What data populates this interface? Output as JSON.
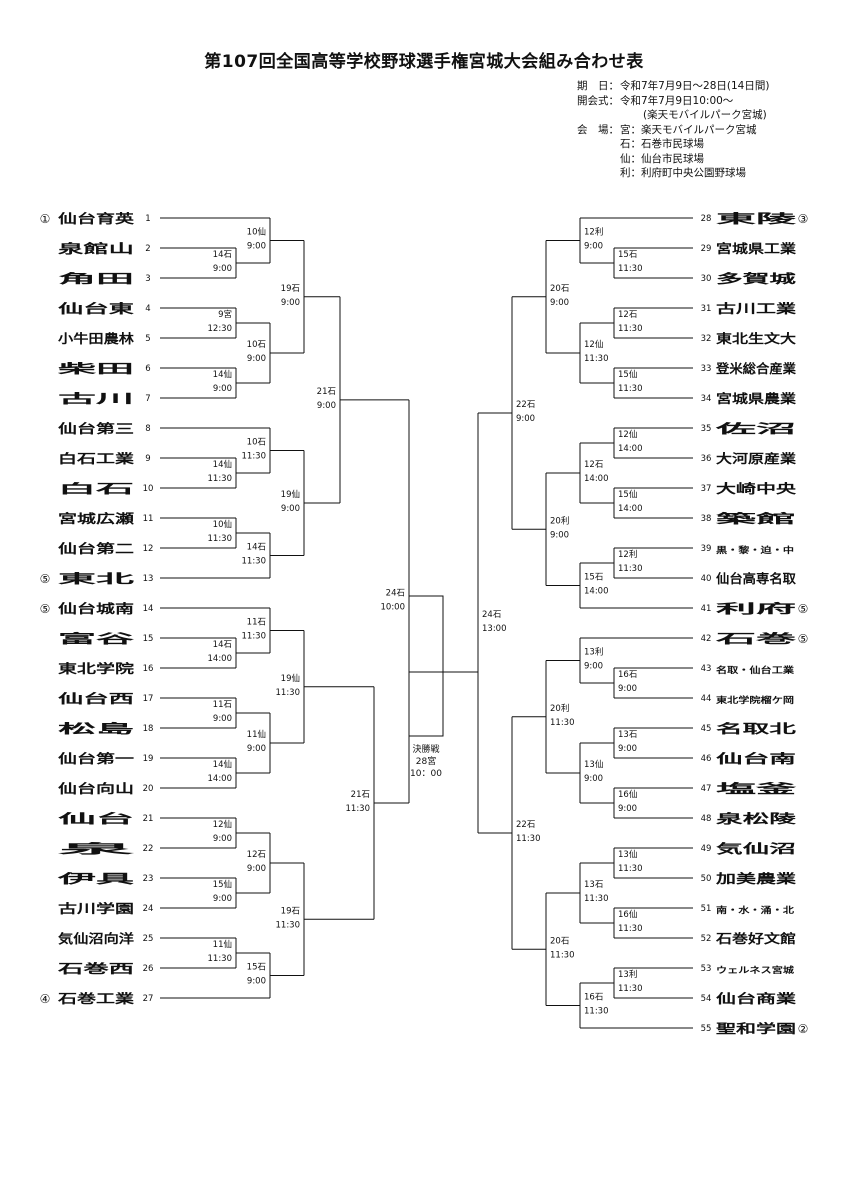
{
  "title": "第107回全国高等学校野球選手権宮城大会組み合わせ表",
  "info": [
    {
      "label": "期　日：",
      "value": "令和7年7月9日～28日(14日間)"
    },
    {
      "label": "開会式：",
      "value": "令和7年7月9日10:00～"
    },
    {
      "label": "",
      "value": "(楽天モバイルパーク宮城)"
    },
    {
      "label": "会　場：",
      "value": "宮：楽天モバイルパーク宮城"
    },
    {
      "label": "",
      "value": "石：石巻市民球場"
    },
    {
      "label": "",
      "value": "仙：仙台市民球場"
    },
    {
      "label": "",
      "value": "利：利府町中央公園野球場"
    }
  ],
  "left_teams": [
    {
      "num": "1",
      "name": "仙台育英",
      "seed": "①"
    },
    {
      "num": "2",
      "name": "泉館山"
    },
    {
      "num": "3",
      "name": "角田"
    },
    {
      "num": "4",
      "name": "仙台東"
    },
    {
      "num": "5",
      "name": "小牛田農林"
    },
    {
      "num": "6",
      "name": "柴田"
    },
    {
      "num": "7",
      "name": "古川"
    },
    {
      "num": "8",
      "name": "仙台第三"
    },
    {
      "num": "9",
      "name": "白石工業"
    },
    {
      "num": "10",
      "name": "白石"
    },
    {
      "num": "11",
      "name": "宮城広瀬"
    },
    {
      "num": "12",
      "name": "仙台第二"
    },
    {
      "num": "13",
      "name": "東北",
      "seed": "⑤"
    },
    {
      "num": "14",
      "name": "仙台城南",
      "seed": "⑤"
    },
    {
      "num": "15",
      "name": "富谷"
    },
    {
      "num": "16",
      "name": "東北学院"
    },
    {
      "num": "17",
      "name": "仙台西"
    },
    {
      "num": "18",
      "name": "松島"
    },
    {
      "num": "19",
      "name": "仙台第一"
    },
    {
      "num": "20",
      "name": "仙台向山"
    },
    {
      "num": "21",
      "name": "仙台"
    },
    {
      "num": "22",
      "name": "泉"
    },
    {
      "num": "23",
      "name": "伊具"
    },
    {
      "num": "24",
      "name": "古川学園"
    },
    {
      "num": "25",
      "name": "気仙沼向洋"
    },
    {
      "num": "26",
      "name": "石巻西"
    },
    {
      "num": "27",
      "name": "石巻工業",
      "seed": "④"
    }
  ],
  "right_teams": [
    {
      "num": "28",
      "name": "東陵",
      "seed": "③"
    },
    {
      "num": "29",
      "name": "宮城県工業"
    },
    {
      "num": "30",
      "name": "多賀城"
    },
    {
      "num": "31",
      "name": "古川工業"
    },
    {
      "num": "32",
      "name": "東北生文大"
    },
    {
      "num": "33",
      "name": "登米総合産業"
    },
    {
      "num": "34",
      "name": "宮城県農業"
    },
    {
      "num": "35",
      "name": "佐沼"
    },
    {
      "num": "36",
      "name": "大河原産業"
    },
    {
      "num": "37",
      "name": "大崎中央"
    },
    {
      "num": "38",
      "name": "築館"
    },
    {
      "num": "39",
      "name": "黒・黎・迫・中",
      "small": true
    },
    {
      "num": "40",
      "name": "仙台高専名取"
    },
    {
      "num": "41",
      "name": "利府",
      "seed": "⑤"
    },
    {
      "num": "42",
      "name": "石巻",
      "seed": "⑤"
    },
    {
      "num": "43",
      "name": "名取・仙台工業",
      "small": true
    },
    {
      "num": "44",
      "name": "東北学院榴ケ岡",
      "small": true
    },
    {
      "num": "45",
      "name": "名取北"
    },
    {
      "num": "46",
      "name": "仙台南"
    },
    {
      "num": "47",
      "name": "塩釜"
    },
    {
      "num": "48",
      "name": "泉松陵"
    },
    {
      "num": "49",
      "name": "気仙沼"
    },
    {
      "num": "50",
      "name": "加美農業"
    },
    {
      "num": "51",
      "name": "南・水・涌・北",
      "small": true
    },
    {
      "num": "52",
      "name": "石巻好文館"
    },
    {
      "num": "53",
      "name": "ウェルネス宮城",
      "small": true
    },
    {
      "num": "54",
      "name": "仙台商業"
    },
    {
      "num": "55",
      "name": "聖和学園",
      "seed": "②"
    }
  ],
  "games": [
    {
      "label": "14石",
      "time": "9:00"
    },
    {
      "label": "10仙",
      "time": "9:00"
    },
    {
      "label": "9宮",
      "time": "12:30"
    },
    {
      "label": "14仙",
      "time": "9:00"
    },
    {
      "label": "10石",
      "time": "9:00"
    },
    {
      "label": "19石",
      "time": "9:00"
    },
    {
      "label": "14仙",
      "time": "11:30"
    },
    {
      "label": "10石",
      "time": "11:30"
    },
    {
      "label": "10仙",
      "time": "11:30"
    },
    {
      "label": "14石",
      "time": "11:30"
    },
    {
      "label": "19仙",
      "time": "9:00"
    },
    {
      "label": "21石",
      "time": "9:00"
    },
    {
      "label": "14石",
      "time": "14:00"
    },
    {
      "label": "11石",
      "time": "11:30"
    },
    {
      "label": "11石",
      "time": "9:00"
    },
    {
      "label": "14仙",
      "time": "14:00"
    },
    {
      "label": "11仙",
      "time": "9:00"
    },
    {
      "label": "19仙",
      "time": "11:30"
    },
    {
      "label": "12仙",
      "time": "9:00"
    },
    {
      "label": "15仙",
      "time": "9:00"
    },
    {
      "label": "12石",
      "time": "9:00"
    },
    {
      "label": "11仙",
      "time": "11:30"
    },
    {
      "label": "15石",
      "time": "9:00"
    },
    {
      "label": "19石",
      "time": "11:30"
    },
    {
      "label": "21石",
      "time": "11:30"
    },
    {
      "label": "24石",
      "time": "10:00"
    },
    {
      "label": "15石",
      "time": "11:30"
    },
    {
      "label": "12利",
      "time": "9:00"
    },
    {
      "label": "12石",
      "time": "11:30"
    },
    {
      "label": "15仙",
      "time": "11:30"
    },
    {
      "label": "12仙",
      "time": "11:30"
    },
    {
      "label": "20石",
      "time": "9:00"
    },
    {
      "label": "12仙",
      "time": "14:00"
    },
    {
      "label": "15仙",
      "time": "14:00"
    },
    {
      "label": "12石",
      "time": "14:00"
    },
    {
      "label": "12利",
      "time": "11:30"
    },
    {
      "label": "15石",
      "time": "14:00"
    },
    {
      "label": "20利",
      "time": "9:00"
    },
    {
      "label": "22石",
      "time": "9:00"
    },
    {
      "label": "16石",
      "time": "9:00"
    },
    {
      "label": "13利",
      "time": "9:00"
    },
    {
      "label": "13石",
      "time": "9:00"
    },
    {
      "label": "16仙",
      "time": "9:00"
    },
    {
      "label": "13仙",
      "time": "9:00"
    },
    {
      "label": "20利",
      "time": "11:30"
    },
    {
      "label": "13仙",
      "time": "11:30"
    },
    {
      "label": "16仙",
      "time": "11:30"
    },
    {
      "label": "13石",
      "time": "11:30"
    },
    {
      "label": "13利",
      "time": "11:30"
    },
    {
      "label": "16石",
      "time": "11:30"
    },
    {
      "label": "20石",
      "time": "11:30"
    },
    {
      "label": "22石",
      "time": "11:30"
    },
    {
      "label": "24石",
      "time": "13:00"
    }
  ],
  "final": {
    "label": "決勝戦",
    "venue": "28宮",
    "time": "10：00"
  }
}
